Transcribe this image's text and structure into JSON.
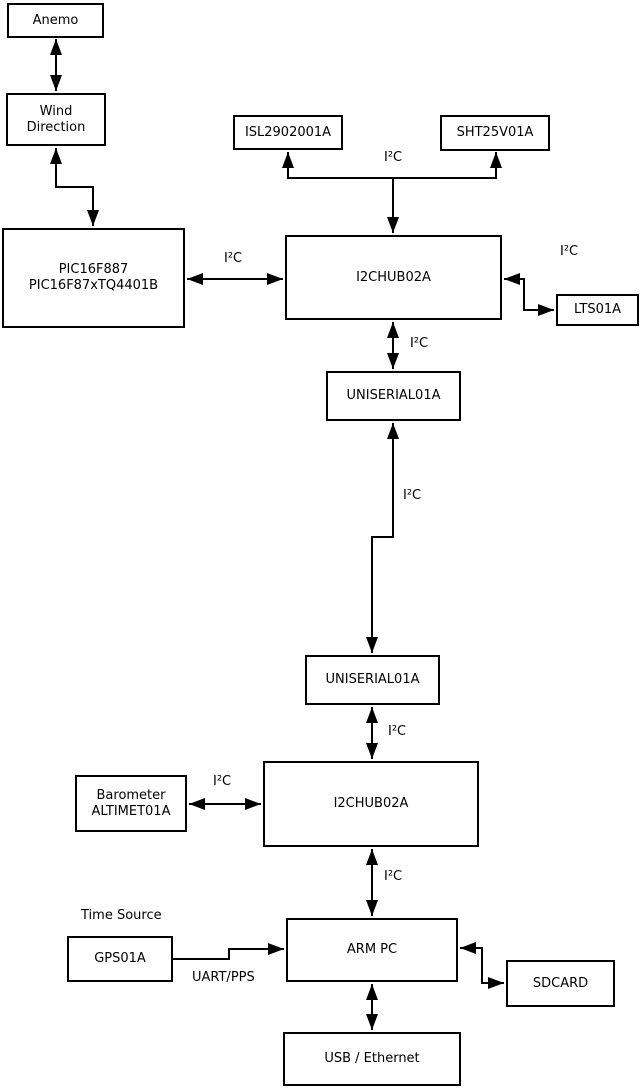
{
  "colors": {
    "background": "#ffffff",
    "stroke": "#000000",
    "text": "#000000"
  },
  "labels": {
    "i2c": "I²C",
    "time_source": "Time Source",
    "uart_pps": "UART/PPS"
  },
  "nodes": {
    "anemo": {
      "label": "Anemo"
    },
    "wind_direction": {
      "lines": [
        "Wind",
        "Direction"
      ]
    },
    "pic": {
      "lines": [
        "PIC16F887",
        "PIC16F87xTQ4401B"
      ]
    },
    "isl": {
      "label": "ISL2902001A"
    },
    "sht": {
      "label": "SHT25V01A"
    },
    "i2c_hub_1": {
      "label": "I2CHUB02A"
    },
    "lts": {
      "label": "LTS01A"
    },
    "uniserial_1": {
      "label": "UNISERIAL01A"
    },
    "uniserial_2": {
      "label": "UNISERIAL01A"
    },
    "i2c_hub_2": {
      "label": "I2CHUB02A"
    },
    "barometer": {
      "lines": [
        "Barometer",
        "ALTIMET01A"
      ]
    },
    "gps": {
      "label": "GPS01A"
    },
    "arm_pc": {
      "label": "ARM PC"
    },
    "sdcard": {
      "label": "SDCARD"
    },
    "usb_ethernet": {
      "label": "USB / Ethernet"
    }
  },
  "edges": [
    {
      "between": [
        "anemo",
        "wind_direction"
      ],
      "arrows": "both",
      "label": ""
    },
    {
      "between": [
        "wind_direction",
        "pic"
      ],
      "arrows": "both",
      "label": ""
    },
    {
      "between": [
        "pic",
        "i2c_hub_1"
      ],
      "arrows": "both",
      "label": "I²C"
    },
    {
      "between": [
        "i2c_hub_1",
        "isl",
        "sht"
      ],
      "arrows": "all",
      "label": "I²C"
    },
    {
      "between": [
        "i2c_hub_1",
        "lts"
      ],
      "arrows": "both",
      "label": "I²C"
    },
    {
      "between": [
        "i2c_hub_1",
        "uniserial_1"
      ],
      "arrows": "both",
      "label": "I²C"
    },
    {
      "between": [
        "uniserial_1",
        "uniserial_2"
      ],
      "arrows": "both",
      "label": "I²C"
    },
    {
      "between": [
        "uniserial_2",
        "i2c_hub_2"
      ],
      "arrows": "both",
      "label": "I²C"
    },
    {
      "between": [
        "barometer",
        "i2c_hub_2"
      ],
      "arrows": "both",
      "label": "I²C"
    },
    {
      "between": [
        "i2c_hub_2",
        "arm_pc"
      ],
      "arrows": "both",
      "label": "I²C"
    },
    {
      "between": [
        "gps",
        "arm_pc"
      ],
      "arrows": "end",
      "label": "UART/PPS"
    },
    {
      "between": [
        "arm_pc",
        "sdcard"
      ],
      "arrows": "both",
      "label": ""
    },
    {
      "between": [
        "arm_pc",
        "usb_ethernet"
      ],
      "arrows": "both",
      "label": ""
    }
  ]
}
